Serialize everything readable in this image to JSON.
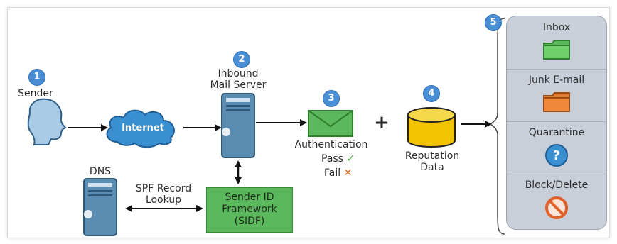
{
  "steps": {
    "one": "1",
    "two": "2",
    "three": "3",
    "four": "4",
    "five": "5"
  },
  "labels": {
    "sender": "Sender",
    "internet": "Internet",
    "inbound_line1": "Inbound",
    "inbound_line2": "Mail Server",
    "authentication": "Authentication",
    "pass": "Pass",
    "fail": "Fail",
    "plus": "+",
    "reputation_line1": "Reputation",
    "reputation_line2": "Data",
    "dns": "DNS",
    "spf_line1": "SPF Record",
    "spf_line2": "Lookup",
    "sidf_line1": "Sender ID",
    "sidf_line2": "Framework",
    "sidf_line3": "(SIDF)"
  },
  "destinations": [
    {
      "label": "Inbox",
      "icon": "green-folder-icon"
    },
    {
      "label": "Junk E-mail",
      "icon": "orange-folder-icon"
    },
    {
      "label": "Quarantine",
      "icon": "question-icon"
    },
    {
      "label": "Block/Delete",
      "icon": "prohibited-icon"
    }
  ],
  "colors": {
    "badge": "#4a8fd6",
    "server": "#5b8db3",
    "cloud": "#3a8fd0",
    "envelope": "#5cb85c",
    "database": "#f2c300",
    "sidf": "#5cb85c",
    "panel": "#c9cfd8"
  }
}
